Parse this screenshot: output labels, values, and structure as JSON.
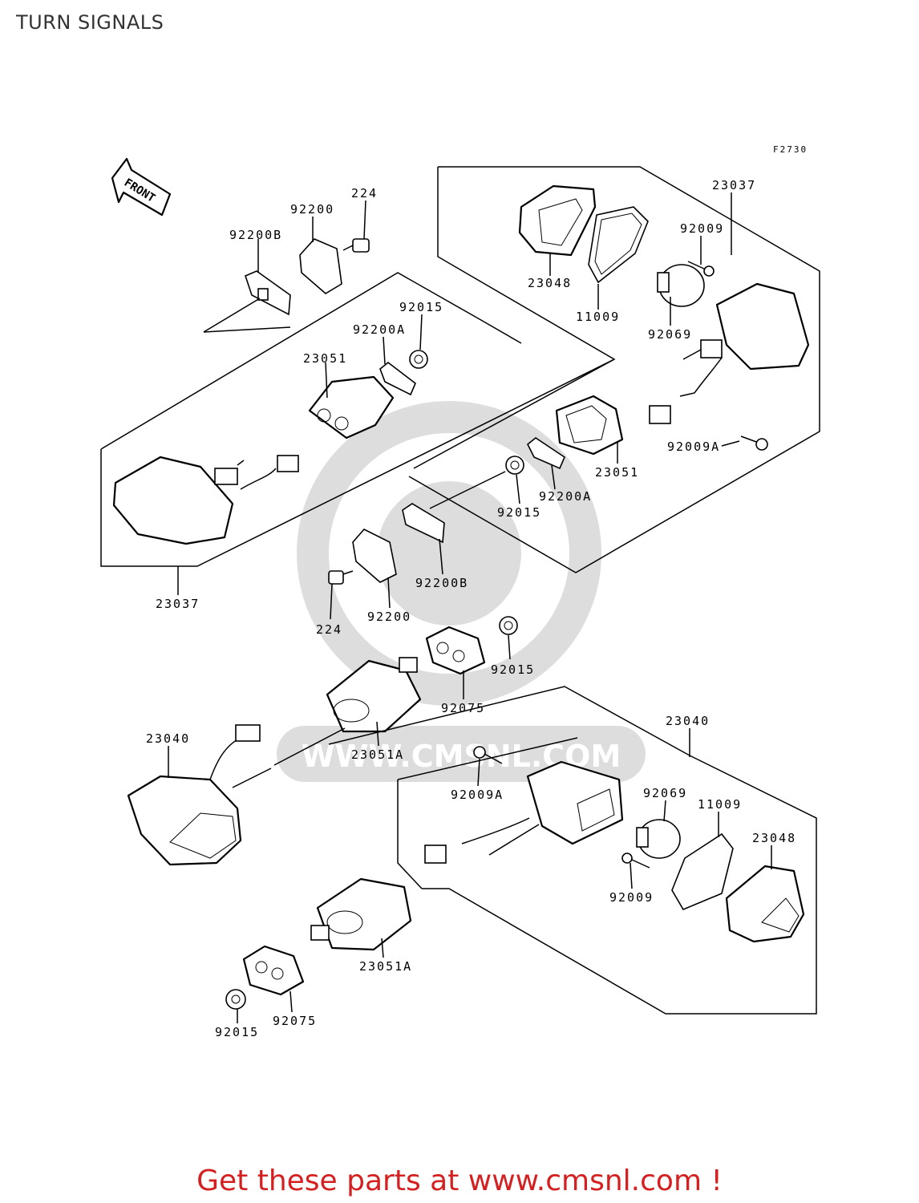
{
  "header": {
    "title": "TURN SIGNALS"
  },
  "diagram": {
    "figure_code": "F2730",
    "front_label": "FRONT",
    "watermark": "WWW.CMSNL.COM",
    "labels": {
      "l23037_top": "23037",
      "l23048_top": "23048",
      "l11009_top": "11009",
      "l92009_top": "92009",
      "l92069_top": "92069",
      "l92009a_top": "92009A",
      "l23051_right": "23051",
      "l92200a_right": "92200A",
      "l92015_mid": "92015",
      "l92200b_mid": "92200B",
      "l92200_mid": "92200",
      "l224_mid": "224",
      "l224_top": "224",
      "l92200_top": "92200",
      "l92200b_top": "92200B",
      "l92015_top": "92015",
      "l92200a_left": "92200A",
      "l23051_left": "23051",
      "l23037_left": "23037",
      "l92015_lower": "92015",
      "l92075_mid": "92075",
      "l23040_left": "23040",
      "l23051a_mid": "23051A",
      "l23040_right": "23040",
      "l92009a_low": "92009A",
      "l92069_low": "92069",
      "l11009_low": "11009",
      "l23048_low": "23048",
      "l92009_low": "92009",
      "l23051a_low": "23051A",
      "l92075_low": "92075",
      "l92015_low": "92015"
    }
  },
  "footer": {
    "text": "Get these parts at www.cmsnl.com !"
  }
}
